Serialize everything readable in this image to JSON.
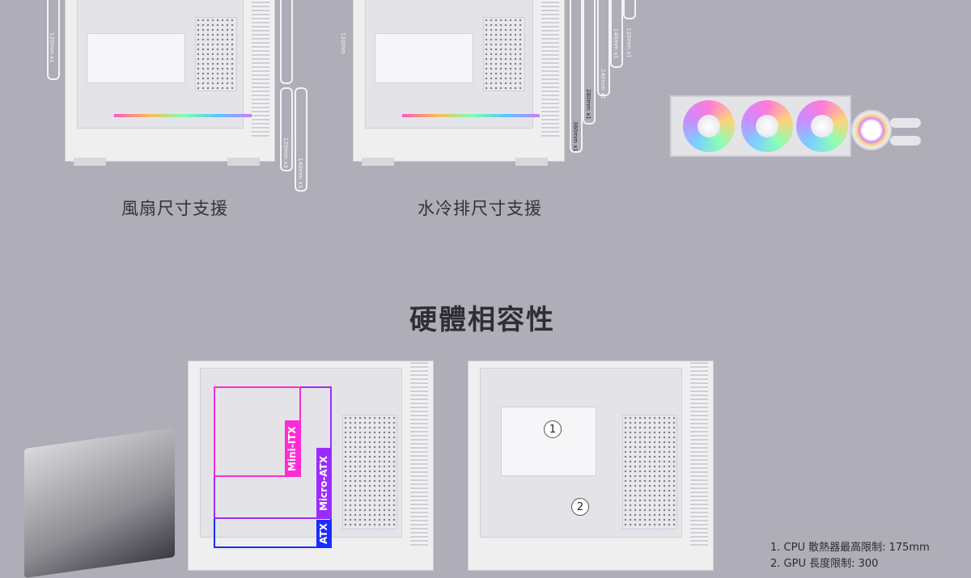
{
  "captions": {
    "fan_support": "風扇尺寸支援",
    "radiator_support": "水冷排尺寸支援"
  },
  "section_title": "硬體相容性",
  "fan_labels": {
    "left_front": "120mm x1",
    "side_a": "120mm x3",
    "side_b": "140mm x3"
  },
  "radiator_labels": {
    "left_front": "120mm",
    "r1": "360mm x1",
    "r2": "280mm x1",
    "r3": "240mm x1",
    "r4": "140mm x1",
    "r5": "120mm x1"
  },
  "form_factors": {
    "mini_itx": "Mini-ITX",
    "micro_atx": "Micro-ATX",
    "atx": "ATX"
  },
  "markers": [
    "1",
    "2"
  ],
  "notes": [
    "1. CPU 散熱器最高限制: 175mm",
    "2. GPU 長度限制: 300"
  ],
  "colors": {
    "background": "#aeadb8",
    "mini_itx": "#ff2bd6",
    "micro_atx": "#9b2cff",
    "atx": "#1a2cff"
  }
}
